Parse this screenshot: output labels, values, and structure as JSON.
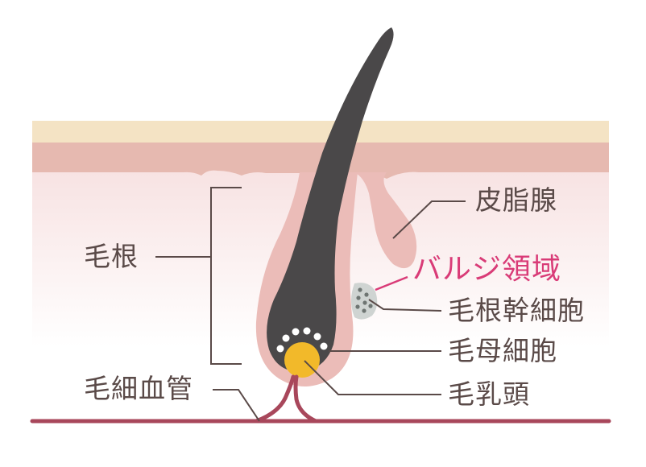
{
  "labels": {
    "hair_root": "毛根",
    "sebaceous_gland": "皮脂腺",
    "bulge_region": "バルジ領域",
    "hair_root_stem_cells": "毛根幹細胞",
    "hair_matrix_cells": "毛母細胞",
    "dermal_papilla": "毛乳頭",
    "capillary": "毛細血管"
  },
  "colors": {
    "label_text": "#5a4a48",
    "accent_text": "#d93b77",
    "leader_line": "#5a4a48",
    "accent_line": "#d93b77",
    "epidermis_top": "#f4e3c4",
    "epidermis_layer": "#e6b9b0",
    "dermis": "#f9ebeb",
    "follicle": "#ebbcb8",
    "hair_shaft": "#4a4849",
    "papilla": "#f2b92a",
    "matrix_dots": "#ffffff",
    "stem_cell_area": "#cfd4d2",
    "stem_cell_dots": "#6e7572",
    "blood_vessel": "#a8475b"
  }
}
